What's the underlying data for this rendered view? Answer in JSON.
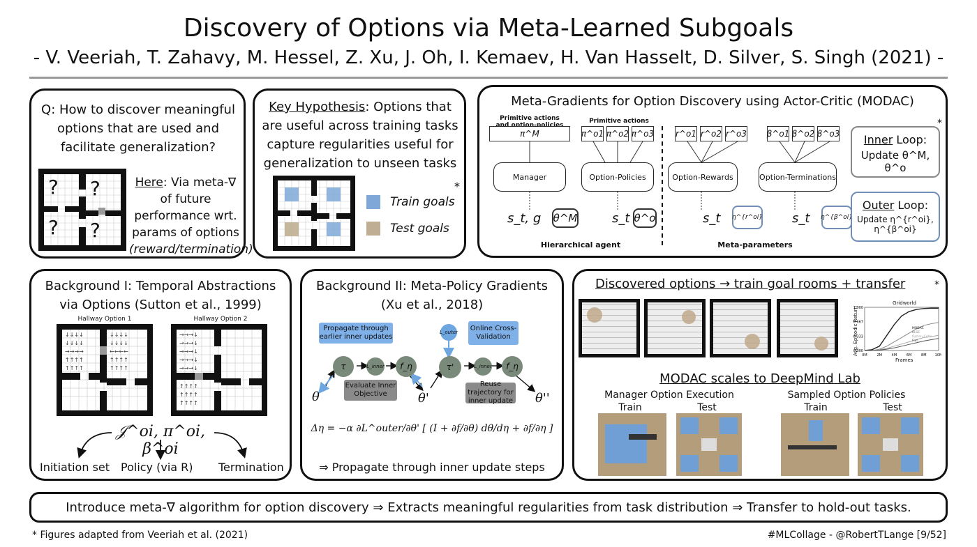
{
  "header": {
    "title": "Discovery of Options via Meta-Learned Subgoals",
    "authors": "- V. Veeriah, T. Zahavy, M. Hessel, Z. Xu, J. Oh, I. Kemaev, H. Van Hasselt, D. Silver, S. Singh (2021) -"
  },
  "q_panel": {
    "question": "Q: How to discover meaningful options that are used and facilitate generalization?",
    "here_label": "Here",
    "here_text": ": Via meta-∇ of future performance wrt. params of options",
    "here_italic": "(reward/termination)",
    "grid_marks": [
      "?",
      "?",
      "?",
      "?"
    ]
  },
  "hyp_panel": {
    "title_underlined": "Key Hypothesis",
    "text": ": Options that are useful across training tasks capture regularities useful for generalization to unseen tasks",
    "legend_train": "Train goals",
    "legend_test": "Test goals",
    "asterisk": "*",
    "colors": {
      "train": "#7fa8d8",
      "test": "#bfae94"
    }
  },
  "modac_panel": {
    "title": "Meta-Gradients for Option Discovery using Actor-Critic (MODAC)",
    "asterisk": "*",
    "primitive_label1": "Primitive actions",
    "primitive_label1b": "and option-policies",
    "primitive_label2": "Primitive actions",
    "manager_out": "π^M",
    "policy_outs": [
      "π^o1",
      "π^o2",
      "π^o3"
    ],
    "reward_outs": [
      "r^o1",
      "r^o2",
      "r^o3"
    ],
    "term_outs": [
      "β^o1",
      "β^o2",
      "β^o3"
    ],
    "manager": "Manager",
    "option_policies": "Option-Policies",
    "option_rewards": "Option-Rewards",
    "option_terminations": "Option-Terminations",
    "input_manager": "s_t, g",
    "input_policy": "s_t",
    "input_reward": "s_t",
    "input_term": "s_t",
    "param_manager": "θ^M",
    "param_policy": "θ^o",
    "param_reward": "η^{r^oi}",
    "param_term": "η^{β^oi}",
    "label_hier": "Hierarchical agent",
    "label_meta": "Meta-parameters",
    "inner_underlined": "Inner",
    "inner_rest": " Loop:",
    "inner_update": "Update θ^M, θ^o",
    "outer_underlined": "Outer",
    "outer_rest": " Loop:",
    "outer_update": "Update η^{r^oi}, η^{β^oi}"
  },
  "bg1_panel": {
    "title": "Background I: Temporal Abstractions via Options (Sutton et al., 1999)",
    "hallway1": "Hallway Option 1",
    "hallway2": "Hallway Option 2",
    "formula": "𝒥^oi, π^oi, β^oi",
    "label_init": "Initiation set",
    "label_policy": "Policy (via R)",
    "label_term": "Termination"
  },
  "bg2_panel": {
    "title": "Background II: Meta-Policy Gradients (Xu et al., 2018)",
    "box_propagate": "Propagate through earlier inner updates",
    "box_online": "Online Cross-Validation",
    "box_eval": "Evaluate Inner Objective",
    "box_reuse": "Reuse trajectory for inner update",
    "node_tau": "τ",
    "node_tau2": "τ'",
    "node_l": "L_inner",
    "node_l2": "L_inner",
    "node_f": "f_η",
    "node_f2": "f_η",
    "node_outer": "L_outer",
    "theta": "θ",
    "theta1": "θ'",
    "theta2": "θ''",
    "formula": "Δη = −α ∂L^outer/∂θ' [ (I + ∂f/∂θ) dθ/dη + ∂f/∂η ]",
    "conclusion": "⇒ Propagate through inner update steps"
  },
  "disc_panel": {
    "title": "Discovered options → train goal rooms + transfer",
    "asterisk": "*",
    "chart_title": "Gridworld",
    "chart_ylabel": "Avg. Episodic Return",
    "chart_xlabel": "Frames",
    "chart_yticks": [
      "1.000",
      "0.667",
      "0.333",
      "0.000"
    ],
    "chart_xticks": [
      "0M",
      "2M",
      "4M",
      "6M",
      "8M",
      "10M"
    ],
    "chart_legend": [
      "MODAC",
      "BLSE",
      "Option-Critic",
      "Flat"
    ],
    "modac_title": "MODAC scales to DeepMind Lab",
    "manager_exec": "Manager Option Execution",
    "sampled_policies": "Sampled Option Policies",
    "train1": "Train",
    "test1": "Test",
    "train2": "Train",
    "test2": "Test"
  },
  "chart_data": {
    "type": "line",
    "title": "Gridworld",
    "xlabel": "Frames",
    "ylabel": "Avg. Episodic Return",
    "x": [
      0,
      1,
      2,
      3,
      4,
      5,
      6,
      7,
      8,
      9,
      10
    ],
    "xlim": [
      0,
      10
    ],
    "ylim": [
      0,
      1
    ],
    "series": [
      {
        "name": "MODAC",
        "values": [
          0.0,
          0.02,
          0.1,
          0.35,
          0.6,
          0.8,
          0.9,
          0.95,
          0.97,
          0.98,
          0.98
        ]
      },
      {
        "name": "BLSE",
        "values": [
          0.0,
          0.0,
          0.03,
          0.1,
          0.2,
          0.3,
          0.4,
          0.5,
          0.58,
          0.62,
          0.65
        ]
      },
      {
        "name": "Option-Critic",
        "values": [
          0.0,
          0.0,
          0.02,
          0.05,
          0.1,
          0.15,
          0.2,
          0.25,
          0.3,
          0.32,
          0.35
        ]
      },
      {
        "name": "Flat",
        "values": [
          0.0,
          0.0,
          0.01,
          0.03,
          0.06,
          0.1,
          0.14,
          0.18,
          0.22,
          0.25,
          0.28
        ]
      }
    ],
    "colors": [
      "#222222",
      "#888888",
      "#aaaaaa",
      "#555555"
    ]
  },
  "summary": "Introduce meta-∇ algorithm for option discovery ⇒ Extracts meaningful regularities from task distribution ⇒ Transfer to hold-out tasks.",
  "footer": {
    "left": "* Figures adapted from Veeriah et al. (2021)",
    "right": "#MLCollage - @RobertTLange [9/52]"
  }
}
